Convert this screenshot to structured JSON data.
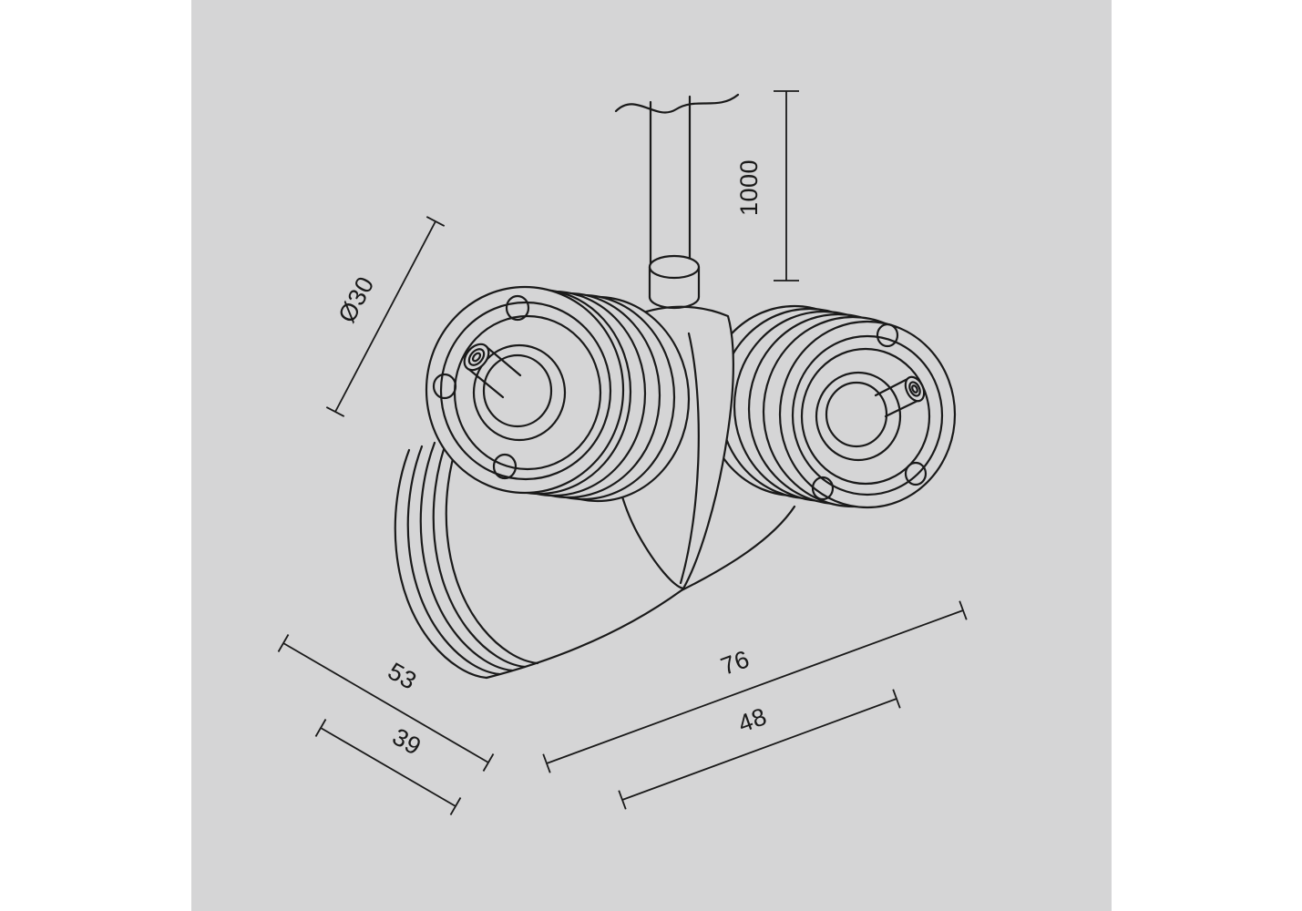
{
  "page": {
    "background_color": "#ffffff",
    "panel_color": "#d5d5d6",
    "line_color": "#1a1a1a"
  },
  "drawing": {
    "dimension_labels": {
      "diameter": "Ø30",
      "suspension_length": "1000",
      "body_length": "76",
      "body_length_inner": "48",
      "head_depth": "53",
      "head_depth_inner": "39"
    }
  }
}
